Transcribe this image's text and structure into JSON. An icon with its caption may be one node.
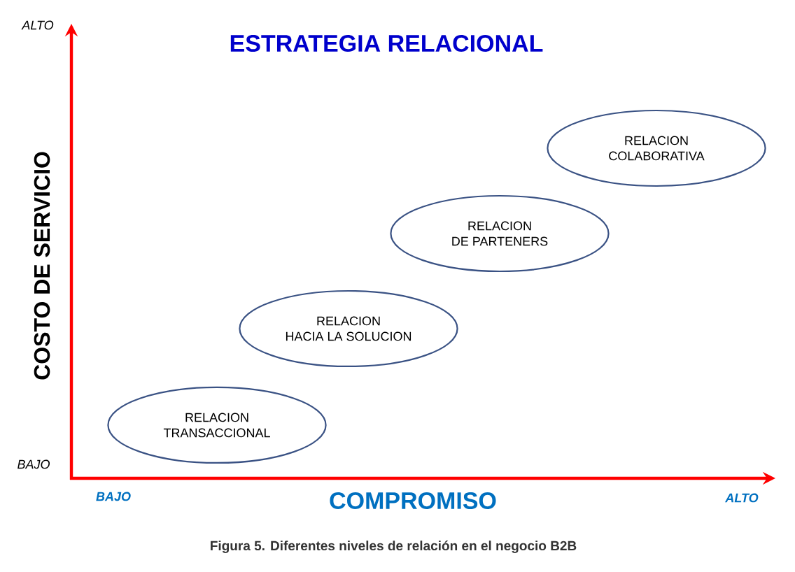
{
  "diagram": {
    "title": "ESTRATEGIA RELACIONAL",
    "caption": "Figura 5. Diferentes niveles de relación en el negocio B2B",
    "nodes": [
      {
        "text": [
          "RELACION COLABORATIVA"
        ]
      },
      {
        "text": [
          "RELACION DE PARTENERS"
        ]
      },
      {
        "text": [
          "RELACION HACIA LA SOLUCION"
        ]
      },
      {
        "text": [
          "RELACION TRANSACCIONAL"
        ]
      }
    ],
    "labels": [
      "ALTO",
      "COSTO DE SERVICIO",
      "BAJO",
      "BAJO",
      "COMPROMISO",
      "ALTO"
    ]
  }
}
